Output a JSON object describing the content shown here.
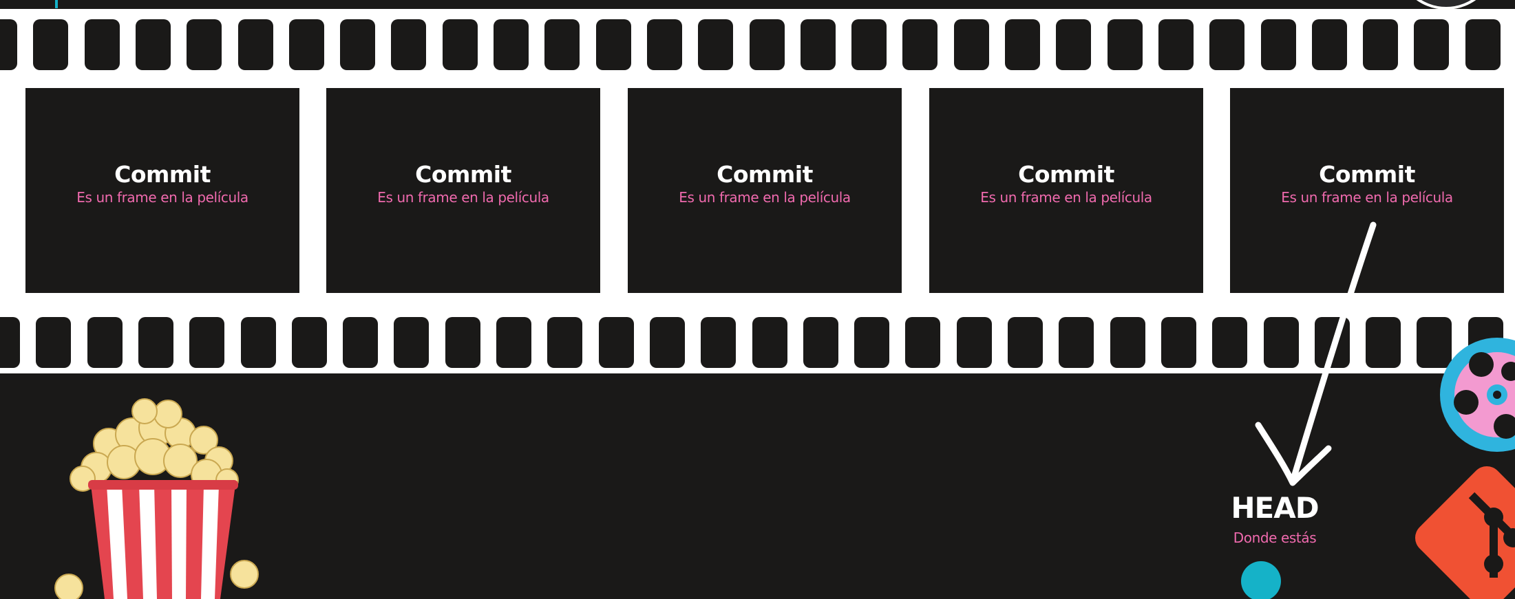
{
  "commits": [
    {
      "title": "Commit",
      "subtitle": "Es un frame en la película"
    },
    {
      "title": "Commit",
      "subtitle": "Es un frame en la película"
    },
    {
      "title": "Commit",
      "subtitle": "Es un frame en la película"
    },
    {
      "title": "Commit",
      "subtitle": "Es un frame en la película"
    },
    {
      "title": "Commit",
      "subtitle": "Es un frame en la película"
    }
  ],
  "head": {
    "title": "HEAD",
    "subtitle": "Donde estás"
  },
  "colors": {
    "background": "#1a1918",
    "film": "#ffffff",
    "accent_pink": "#f06aae",
    "accent_cyan": "#15b2c8",
    "git_orange": "#f05133"
  },
  "icons": [
    "popcorn-icon",
    "film-reel-icon",
    "git-logo-icon",
    "arrow-icon"
  ]
}
